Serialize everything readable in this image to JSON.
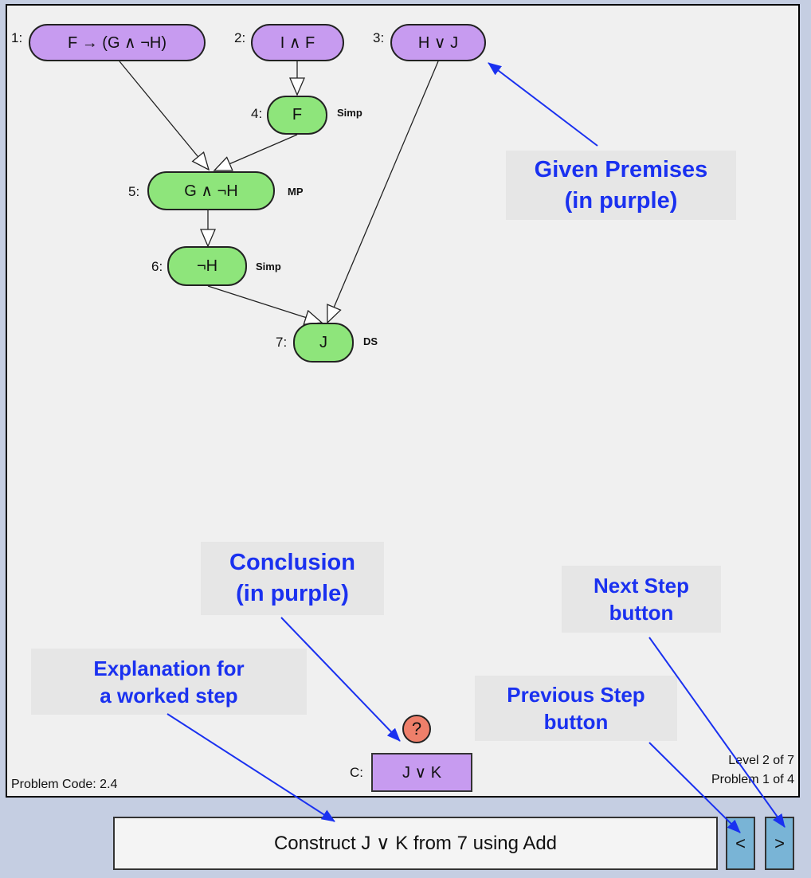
{
  "premises": [
    {
      "num": "1:",
      "text": "F → (G ∧ ¬H)"
    },
    {
      "num": "2:",
      "text": "I ∧ F"
    },
    {
      "num": "3:",
      "text": "H ∨ J"
    }
  ],
  "derived": [
    {
      "num": "4:",
      "text": "F",
      "rule": "Simp"
    },
    {
      "num": "5:",
      "text": "G ∧ ¬H",
      "rule": "MP"
    },
    {
      "num": "6:",
      "text": "¬H",
      "rule": "Simp"
    },
    {
      "num": "7:",
      "text": "J",
      "rule": "DS"
    }
  ],
  "conclusion": {
    "num": "C:",
    "text": "J ∨ K",
    "help": "?"
  },
  "status": {
    "problem_code": "Problem Code: 2.4",
    "level": "Level 2 of 7",
    "problem": "Problem 1 of 4"
  },
  "explanation": "Construct J ∨ K from 7 using Add",
  "nav": {
    "prev": "<",
    "next": ">"
  },
  "annotations": {
    "given_premises": [
      "Given Premises",
      "(in purple)"
    ],
    "conclusion": [
      "Conclusion",
      "(in purple)"
    ],
    "explanation": [
      "Explanation for",
      "a worked step"
    ],
    "next_step": [
      "Next Step",
      "button"
    ],
    "previous_step": [
      "Previous Step",
      "button"
    ]
  },
  "colors": {
    "premise": "#c79bf0",
    "derived": "#8ee57b",
    "annotation": "#1a31f0",
    "nav_button": "#79b4d6",
    "help": "#ee7f6a"
  }
}
